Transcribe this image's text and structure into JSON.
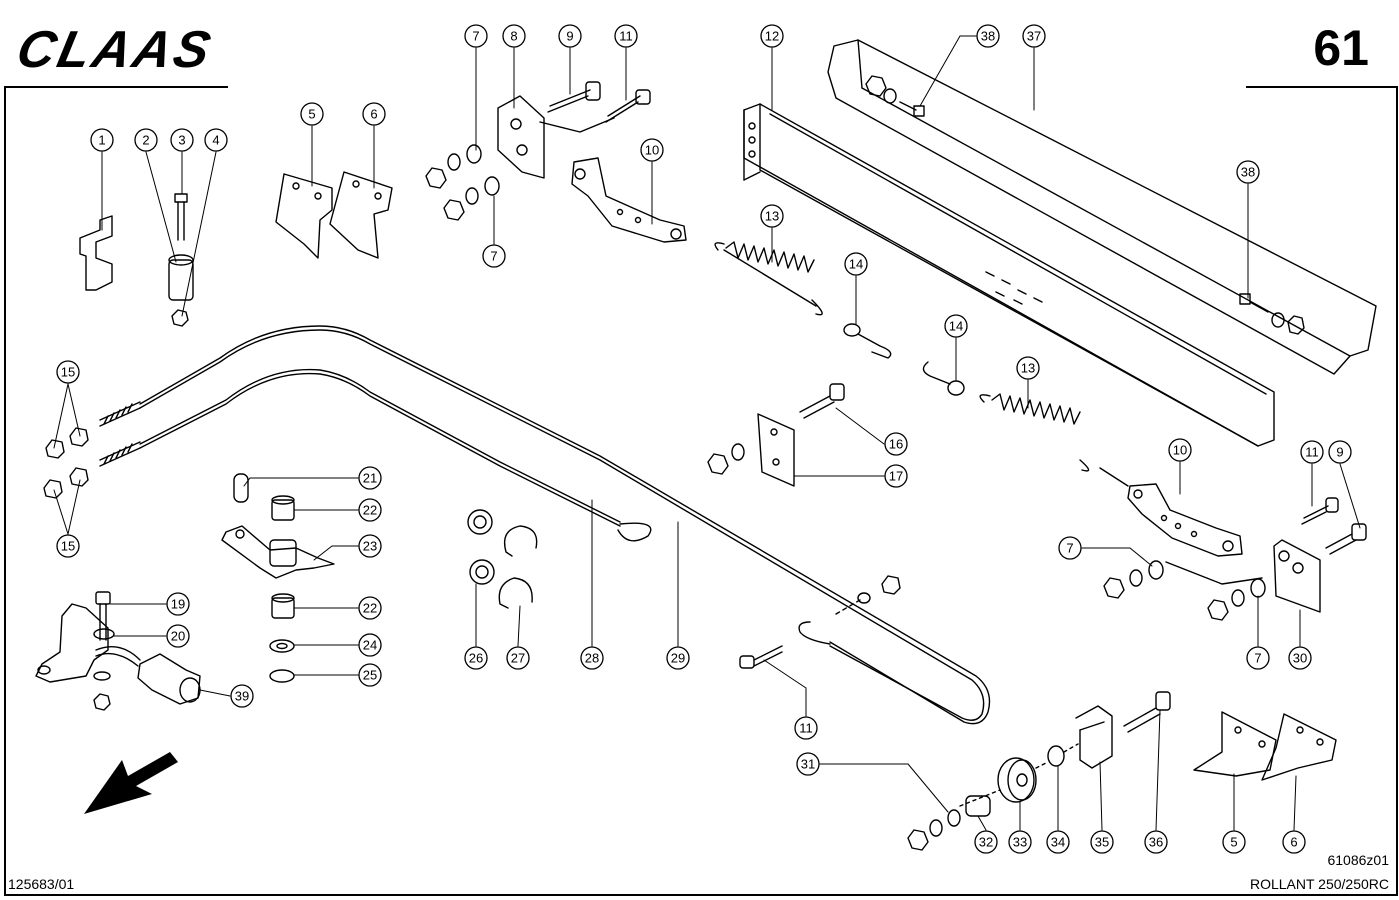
{
  "header": {
    "brand": "CLAAS",
    "page_number": "61"
  },
  "footer": {
    "document_number": "125683/01",
    "drawing_number": "61086z01",
    "model": "ROLLANT 250/250RC"
  },
  "callouts": [
    "1",
    "2",
    "3",
    "4",
    "5",
    "6",
    "7",
    "8",
    "9",
    "10",
    "11",
    "12",
    "13",
    "14",
    "15",
    "16",
    "17",
    "19",
    "20",
    "21",
    "22",
    "23",
    "24",
    "25",
    "26",
    "27",
    "28",
    "29",
    "30",
    "31",
    "32",
    "33",
    "34",
    "35",
    "36",
    "37",
    "38",
    "39"
  ],
  "direction_indicator": "arrow-down-left-icon",
  "colors": {
    "ink": "#000000",
    "paper": "#ffffff"
  }
}
